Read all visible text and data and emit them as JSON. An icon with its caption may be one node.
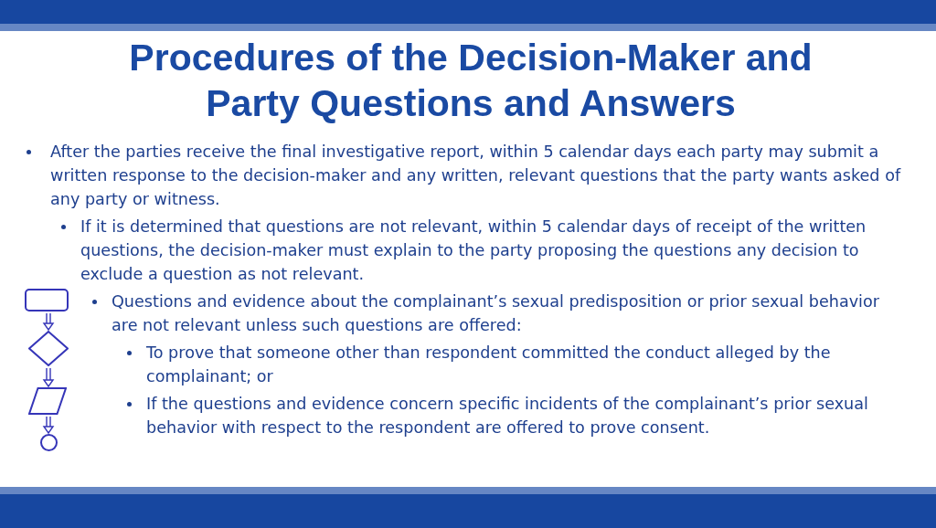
{
  "diagram": {
    "title": "Procedures of the Decision-Maker and Party Questions and Answers",
    "nodes": [
      {
        "text": [],
        "shape": "box"
      },
      {
        "text": [],
        "shape": "diamond"
      },
      {
        "text": [],
        "shape": "parallelogram"
      },
      {
        "text": [],
        "shape": "circle"
      }
    ],
    "edges": [
      {
        "from": 0,
        "to": 1,
        "arrow": "to"
      },
      {
        "from": 1,
        "to": 2,
        "arrow": "to"
      },
      {
        "from": 2,
        "to": 3,
        "arrow": "to"
      }
    ],
    "labels": [
      "After the parties receive the final investigative report, within 5 calendar days each party may submit a written response to the decision-maker and any written, relevant questions that the party wants asked of any party or witness.",
      "If it is determined that questions are not relevant, within 5 calendar days of receipt of the written questions, the decision-maker must explain to the party proposing the questions any decision to exclude a question as not relevant.",
      "Questions and evidence about the complainant’s sexual predisposition or prior sexual behavior are not relevant unless such questions are offered:",
      "To prove that someone other than respondent committed the conduct alleged by the complainant; or",
      "If the questions and evidence concern specific incidents of the complainant’s prior sexual behavior with respect to the respondent are offered to prove consent."
    ]
  }
}
